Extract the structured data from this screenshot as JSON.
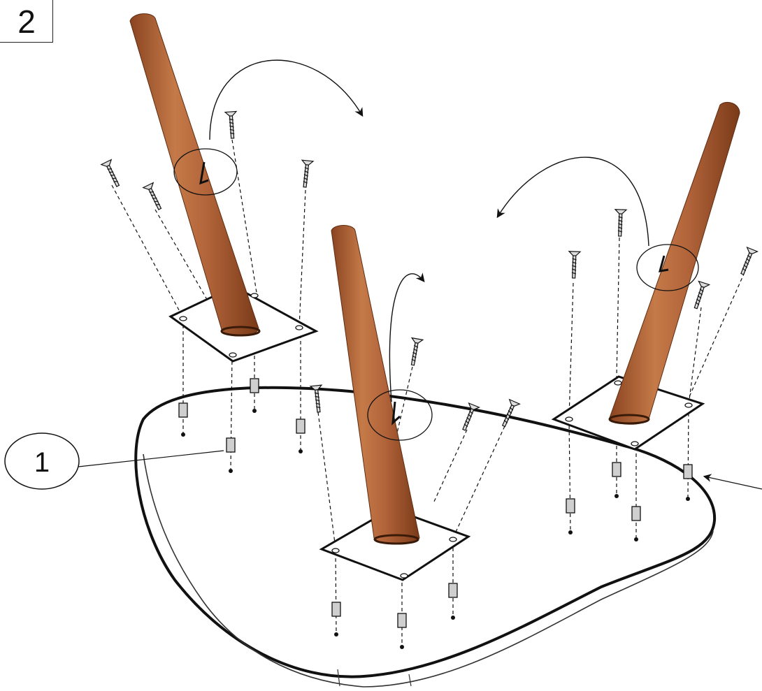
{
  "step": {
    "number": "2"
  },
  "callout": {
    "part_number": "1"
  },
  "parts": {
    "tabletop": "tabletop",
    "legs": [
      "leg",
      "leg",
      "leg"
    ],
    "mounting_plates": [
      "mounting-plate",
      "mounting-plate",
      "mounting-plate"
    ],
    "screws": "screw",
    "dowels": "insert"
  },
  "colors": {
    "wood": "#b2643a",
    "wood_dark": "#7e3f1d",
    "wood_light": "#d08a58",
    "line": "#111111",
    "insert": "#cfcfcf"
  }
}
